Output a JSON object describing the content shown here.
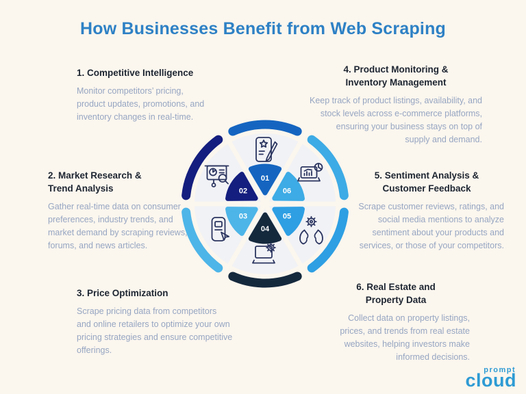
{
  "title": "How Businesses Benefit from Web Scraping",
  "sections": [
    {
      "heading": "1. Competitive Intelligence",
      "body": "Monitor competitors’ pricing, product updates, promotions, and inventory changes in real-time."
    },
    {
      "heading": "2. Market Research &\nTrend Analysis",
      "body": "Gather real-time data on consumer preferences, industry trends, and market demand by scraping reviews, forums, and news articles."
    },
    {
      "heading": "3. Price Optimization",
      "body": "Scrape pricing data from competitors and online retailers to optimize your own pricing strategies and ensure competitive offerings."
    },
    {
      "heading": "4. Product Monitoring &\nInventory Management",
      "body": "Keep track of product listings, availability, and stock levels across e-commerce platforms, ensuring your business stays on top of supply and demand."
    },
    {
      "heading": "5. Sentiment Analysis &\nCustomer Feedback",
      "body": "Scrape customer reviews, ratings, and social media mentions to analyze sentiment about your products and services, or those of your competitors."
    },
    {
      "heading": "6. Real Estate and\nProperty Data",
      "body": "Collect data on property listings, prices, and trends from real estate websites, helping investors make informed decisions."
    }
  ],
  "wheel": {
    "segments": [
      {
        "number": "01",
        "color": "#1565c0",
        "icon": "document-edit-icon"
      },
      {
        "number": "02",
        "color": "#141e7e",
        "icon": "presentation-analytics-icon"
      },
      {
        "number": "03",
        "color": "#4db5e8",
        "icon": "mobile-click-icon"
      },
      {
        "number": "04",
        "color": "#15293d",
        "icon": "laptop-gear-icon"
      },
      {
        "number": "05",
        "color": "#2e9fe3",
        "icon": "hands-gear-icon"
      },
      {
        "number": "06",
        "color": "#3dabe5",
        "icon": "laptop-analytics-icon"
      }
    ]
  },
  "logo": {
    "top": "prompt",
    "bottom": "cloud"
  },
  "colors": {
    "background": "#fbf6ee",
    "title": "#2e81c5",
    "heading": "#1d2531",
    "body_text": "#96a6c2",
    "wheel_slice": "#f1f2f5",
    "icon_stroke": "#2b3560",
    "logo": "#2e9bd4"
  }
}
